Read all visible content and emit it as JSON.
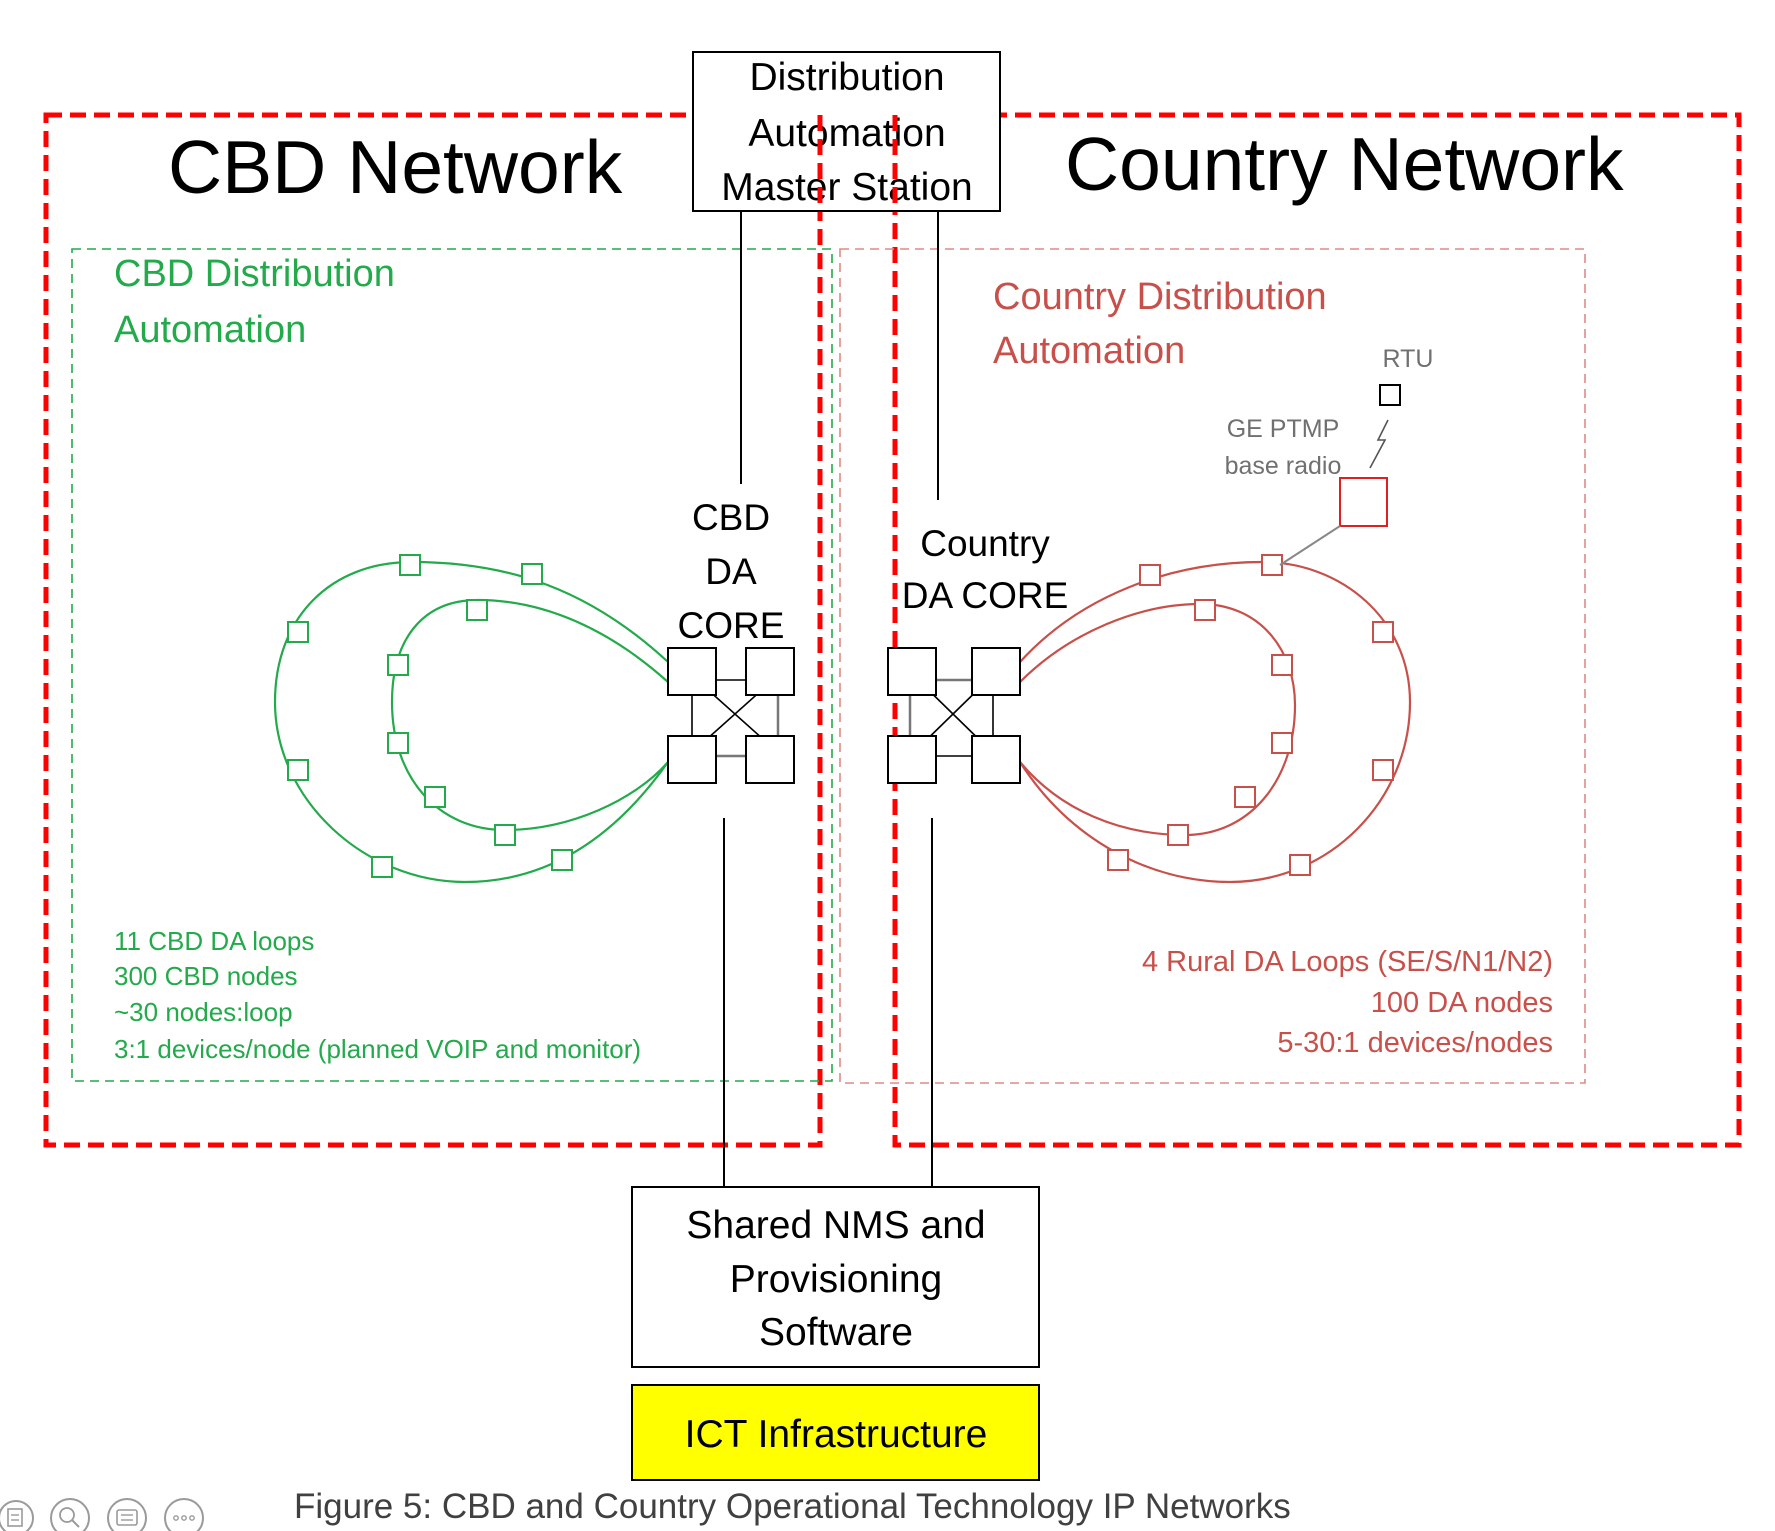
{
  "master_station": {
    "lines": [
      "Distribution",
      "Automation",
      "Master Station"
    ]
  },
  "cbd_network": {
    "title": "CBD Network",
    "subgroup": {
      "title_lines": [
        "CBD Distribution",
        "Automation"
      ],
      "stats": [
        "11 CBD DA loops",
        "300 CBD nodes",
        "~30 nodes:loop",
        "3:1 devices/node (planned VOIP and monitor)"
      ]
    },
    "core_lines": [
      "CBD",
      "DA",
      "CORE"
    ]
  },
  "country_network": {
    "title": "Country Network",
    "subgroup": {
      "title_lines": [
        "Country Distribution",
        "Automation"
      ],
      "stats": [
        "4 Rural DA Loops (SE/S/N1/N2)",
        "100 DA nodes",
        "5-30:1 devices/nodes"
      ]
    },
    "core_lines": [
      "Country",
      "DA CORE"
    ],
    "rtu_label": "RTU",
    "radio_label_lines": [
      "GE PTMP",
      "base radio"
    ]
  },
  "nms": {
    "lines": [
      "Shared NMS and",
      "Provisioning",
      "Software"
    ]
  },
  "ict": {
    "label": "ICT Infrastructure"
  },
  "caption": "Figure 5: CBD and Country Operational Technology IP Networks",
  "viewer_toolbar": [
    "page-icon",
    "zoom-icon",
    "comment-icon",
    "more-icon"
  ],
  "colors": {
    "network_border": "#ff0000",
    "cbd_green": "#22aa4b",
    "country_red": "#c8504a",
    "country_border": "#e08a84",
    "radio_red": "#e02020",
    "ict_fill": "#ffff00",
    "caption": "#404040",
    "grey_text": "#707070"
  }
}
